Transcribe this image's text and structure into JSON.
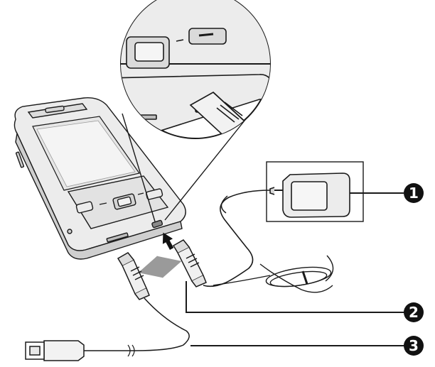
{
  "figure": {
    "callouts": [
      {
        "number": "1",
        "target": "ac-adapter"
      },
      {
        "number": "2",
        "target": "mini-usb-charger-plug"
      },
      {
        "number": "3",
        "target": "usb-sync-cable"
      }
    ],
    "colors": {
      "line": "#1a1a1a",
      "device_body": "#ececec",
      "device_shade": "#cfcfcf",
      "screen": "#e6e6e6",
      "badge": "#111111",
      "arrow_gray": "#9a9a9a"
    }
  }
}
